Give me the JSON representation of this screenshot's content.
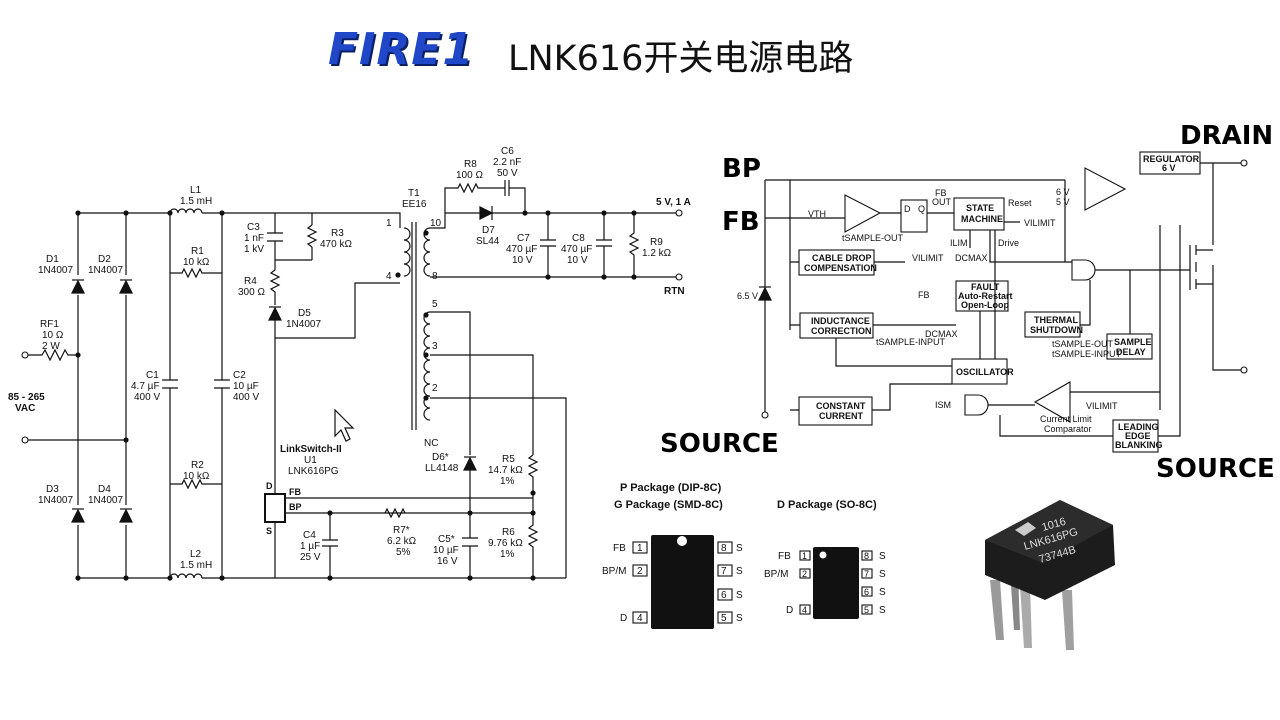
{
  "header": {
    "logo": "FIRE1",
    "title": "LNK616开关电源电路"
  },
  "schematic": {
    "input": {
      "voltage": "85 - 265",
      "unit": "VAC"
    },
    "RF1": {
      "ref": "RF1",
      "v1": "10 Ω",
      "v2": "2 W"
    },
    "D1": {
      "ref": "D1",
      "part": "1N4007"
    },
    "D2": {
      "ref": "D2",
      "part": "1N4007"
    },
    "D3": {
      "ref": "D3",
      "part": "1N4007"
    },
    "D4": {
      "ref": "D4",
      "part": "1N4007"
    },
    "C1": {
      "ref": "C1",
      "v1": "4.7 µF",
      "v2": "400 V"
    },
    "C2": {
      "ref": "C2",
      "v1": "10 µF",
      "v2": "400 V"
    },
    "L1": {
      "ref": "L1",
      "v1": "1.5 mH"
    },
    "L2": {
      "ref": "L2",
      "v1": "1.5 mH"
    },
    "R1": {
      "ref": "R1",
      "v1": "10 kΩ"
    },
    "R2": {
      "ref": "R2",
      "v1": "10 kΩ"
    },
    "C3": {
      "ref": "C3",
      "v1": "1 nF",
      "v2": "1 kV"
    },
    "R3": {
      "ref": "R3",
      "v1": "470 kΩ"
    },
    "R4": {
      "ref": "R4",
      "v1": "300 Ω"
    },
    "D5": {
      "ref": "D5",
      "part": "1N4007"
    },
    "T1": {
      "ref": "T1",
      "part": "EE16",
      "pins": [
        "1",
        "4",
        "10",
        "8",
        "5",
        "3",
        "2",
        "NC"
      ]
    },
    "R8": {
      "ref": "R8",
      "v1": "100 Ω"
    },
    "C6": {
      "ref": "C6",
      "v1": "2.2 nF",
      "v2": "50 V"
    },
    "D7": {
      "ref": "D7",
      "part": "SL44"
    },
    "C7": {
      "ref": "C7",
      "v1": "470 µF",
      "v2": "10 V"
    },
    "C8": {
      "ref": "C8",
      "v1": "470 µF",
      "v2": "10 V"
    },
    "R9": {
      "ref": "R9",
      "v1": "1.2 kΩ"
    },
    "out_pos": "5 V, 1 A",
    "out_rtn": "RTN",
    "U1": {
      "family": "LinkSwitch-II",
      "ref": "U1",
      "part": "LNK616PG",
      "pin_d": "D",
      "pin_s": "S",
      "pin_fb": "FB",
      "pin_bp": "BP"
    },
    "C4": {
      "ref": "C4",
      "v1": "1 µF",
      "v2": "25 V"
    },
    "R7": {
      "ref": "R7*",
      "v1": "6.2 kΩ",
      "v2": "5%"
    },
    "C5": {
      "ref": "C5*",
      "v1": "10 µF",
      "v2": "16 V"
    },
    "D6": {
      "ref": "D6*",
      "part": "LL4148"
    },
    "R5": {
      "ref": "R5",
      "v1": "14.7 kΩ",
      "v2": "1%"
    },
    "R6": {
      "ref": "R6",
      "v1": "9.76 kΩ",
      "v2": "1%"
    }
  },
  "block": {
    "pin_bp": "BP",
    "pin_fb": "FB",
    "pin_drain": "DRAIN",
    "pin_source_left": "SOURCE",
    "pin_source_right": "SOURCE",
    "regulator": [
      "REGULATOR",
      "6 V"
    ],
    "reg_6v": "6 V",
    "reg_5v": "5 V",
    "state_machine": [
      "STATE",
      "MACHINE"
    ],
    "fb_out": [
      "FB",
      "OUT"
    ],
    "reset": "Reset",
    "dq": [
      "D",
      "Q"
    ],
    "vth": "VTH",
    "tsample_out": "tSAMPLE-OUT",
    "vilimit": "VILIMIT",
    "ilim": "ILIM",
    "dcmax": "DCMAX",
    "drive": "Drive",
    "cable_drop": [
      "CABLE DROP",
      "COMPENSATION"
    ],
    "vilimit2": "VILIMIT",
    "zener": "6.5 V",
    "fault": [
      "FAULT",
      "Auto-Restart",
      "Open-Loop"
    ],
    "fb_small": "FB",
    "inductance": [
      "INDUCTANCE",
      "CORRECTION"
    ],
    "tsample_input": "tSAMPLE-INPUT",
    "dcmax2": "DCMAX",
    "thermal": [
      "THERMAL",
      "SHUTDOWN"
    ],
    "sample_delay": [
      "SAMPLE",
      "DELAY"
    ],
    "tsample_out2": "tSAMPLE-OUT",
    "tsample_input2": "tSAMPLE-INPUT",
    "oscillator": "OSCILLATOR",
    "constant_current": [
      "CONSTANT",
      "CURRENT"
    ],
    "ism": "ISM",
    "vilimit3": "VILIMIT",
    "comparator": [
      "Current Limit",
      "Comparator"
    ],
    "leb": [
      "LEADING",
      "EDGE",
      "BLANKING"
    ]
  },
  "packages": {
    "p_title": "P Package (DIP-8C)",
    "g_title": "G Package (SMD-8C)",
    "d_title": "D Package (SO-8C)",
    "left_pins": [
      {
        "name": "FB",
        "num": "1"
      },
      {
        "name": "BP/M",
        "num": "2"
      },
      {
        "name": "",
        "num": ""
      },
      {
        "name": "D",
        "num": "4"
      }
    ],
    "right_pins": [
      {
        "name": "S",
        "num": "8"
      },
      {
        "name": "S",
        "num": "7"
      },
      {
        "name": "S",
        "num": "6"
      },
      {
        "name": "S",
        "num": "5"
      }
    ],
    "so_left": [
      {
        "name": "FB",
        "num": "1"
      },
      {
        "name": "BP/M",
        "num": "2"
      },
      {
        "name": "",
        "num": ""
      },
      {
        "name": "D",
        "num": "4"
      }
    ],
    "so_right": [
      {
        "name": "S",
        "num": "8"
      },
      {
        "name": "S",
        "num": "7"
      },
      {
        "name": "S",
        "num": "6"
      },
      {
        "name": "S",
        "num": "5"
      }
    ]
  },
  "chip_photo": {
    "line1": "1016",
    "line2": "LNK616PG",
    "line3": "73744B"
  }
}
